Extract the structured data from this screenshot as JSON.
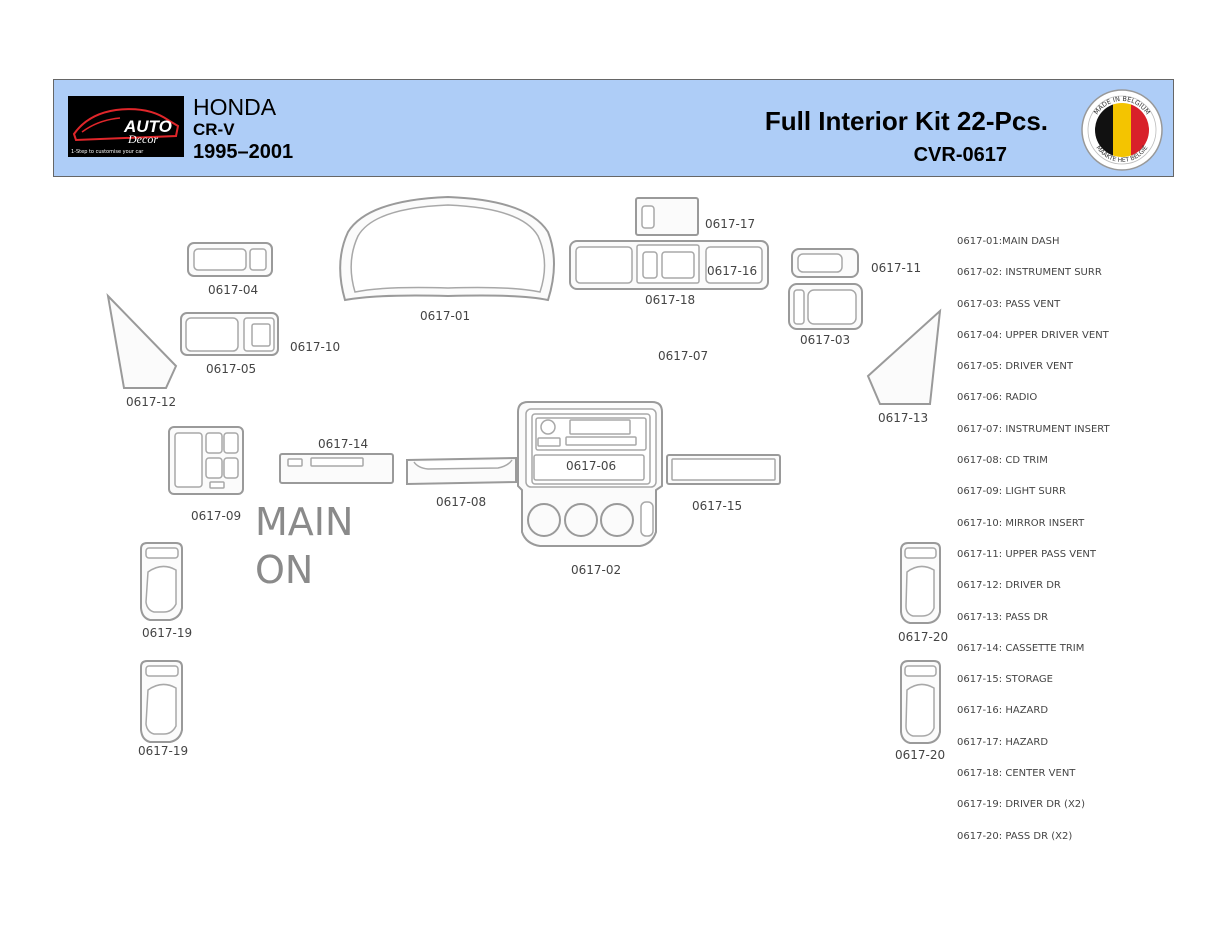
{
  "header": {
    "logo_text": "AUTO Decor",
    "logo_tagline": "1-Step to customise your car",
    "make": "HONDA",
    "model": "CR-V",
    "years": "1995–2001",
    "kit_title": "Full Interior Kit 22-Pcs.",
    "kit_code": "CVR-0617",
    "badge_top": "MADE IN BELGIUM",
    "badge_bottom": "MAAKTE HET BELGIË"
  },
  "colors": {
    "header_bg": "#aecdf7",
    "flag_black": "#111111",
    "flag_yellow": "#f4c400",
    "flag_red": "#d8202a",
    "logo_red": "#e0262a"
  },
  "diagram_labels": {
    "p01": "0617-01",
    "p02": "0617-02",
    "p03": "0617-03",
    "p04": "0617-04",
    "p05": "0617-05",
    "p06": "0617-06",
    "p07": "0617-07",
    "p08": "0617-08",
    "p09": "0617-09",
    "p10": "0617-10",
    "p11": "0617-11",
    "p12": "0617-12",
    "p13": "0617-13",
    "p14": "0617-14",
    "p15": "0617-15",
    "p16": "0617-16",
    "p17": "0617-17",
    "p18": "0617-18",
    "p19a": "0617-19",
    "p19b": "0617-19",
    "p20a": "0617-20",
    "p20b": "0617-20"
  },
  "watermark": [
    "MAIN",
    "ON"
  ],
  "legend": [
    "0617-01:MAIN DASH",
    "0617-02: INSTRUMENT SURR",
    "0617-03: PASS VENT",
    "0617-04: UPPER DRIVER VENT",
    "0617-05: DRIVER VENT",
    "0617-06: RADIO",
    "0617-07: INSTRUMENT INSERT",
    "0617-08: CD TRIM",
    "0617-09: LIGHT SURR",
    "0617-10: MIRROR INSERT",
    "0617-11: UPPER PASS VENT",
    "0617-12: DRIVER DR",
    "0617-13: PASS DR",
    "0617-14: CASSETTE TRIM",
    "0617-15: STORAGE",
    "0617-16: HAZARD",
    "0617-17: HAZARD",
    "0617-18: CENTER VENT",
    "0617-19: DRIVER DR (X2)",
    "0617-20: PASS DR (X2)"
  ]
}
